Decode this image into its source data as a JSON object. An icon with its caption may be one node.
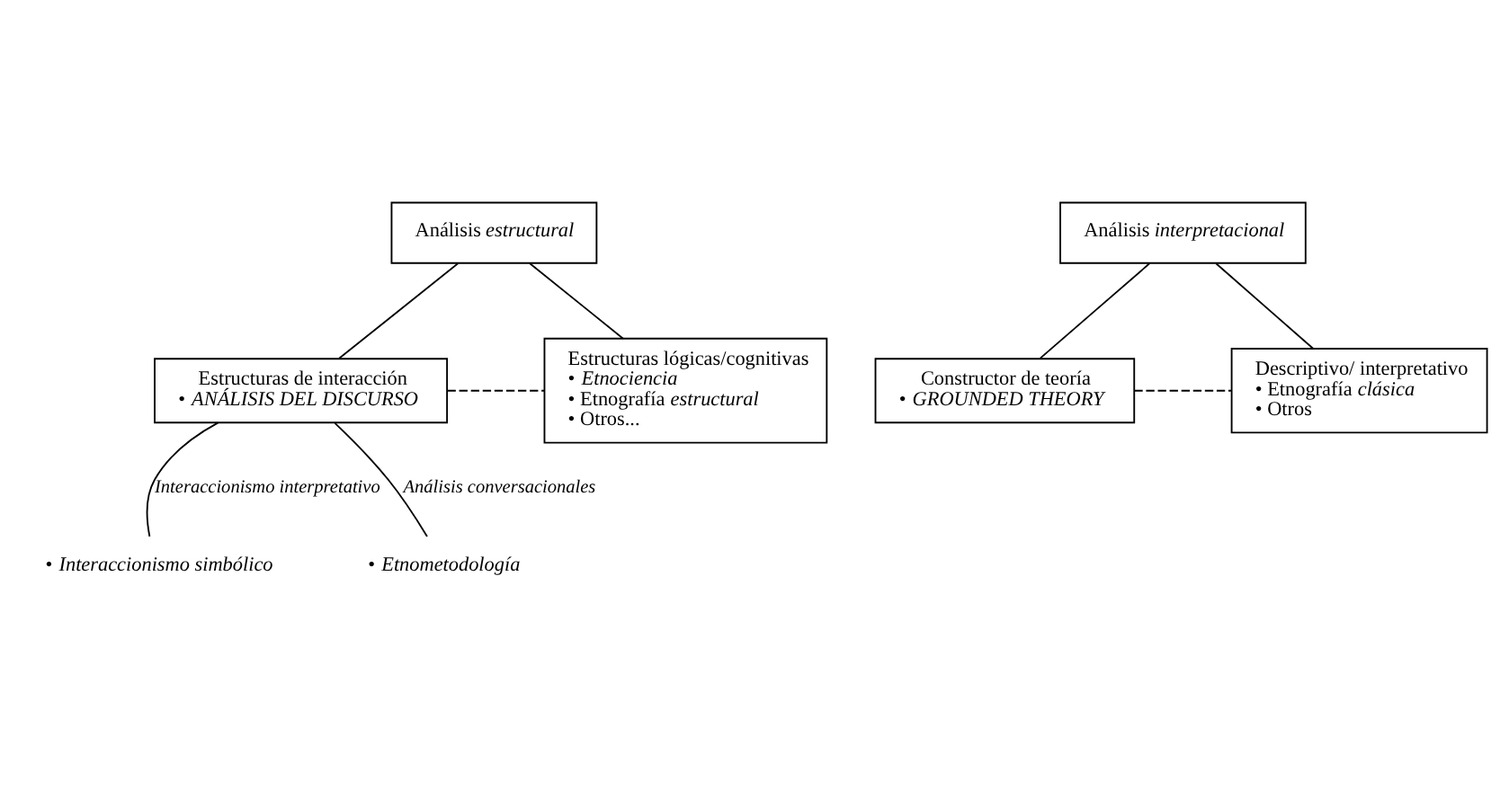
{
  "diagram": {
    "nodes": [
      {
        "text": [
          "Análisis *estructural*"
        ]
      },
      {
        "text": [
          "Análisis *interpretacional*"
        ]
      },
      {
        "text": [
          "Estructuras de interacción",
          "• *ANÁLISIS DEL DISCURSO*"
        ]
      },
      {
        "text": [
          "Estructuras lógicas/cognitivas",
          "• *Etnociencia*",
          "• Etnografía *estructural*",
          "• Otros..."
        ]
      },
      {
        "text": [
          "Constructor de teoría",
          "• *GROUNDED THEORY*"
        ]
      },
      {
        "text": [
          "Descriptivo/ interpretativo",
          "• Etnografía *clásica*",
          "• Otros"
        ]
      },
      {
        "text": [
          "• *Interaccionismo simbólico*"
        ]
      },
      {
        "text": [
          "• *Etnometodología*"
        ]
      }
    ],
    "edges": [
      {
        "from": 0,
        "to": 2,
        "arrow": "none"
      },
      {
        "from": 0,
        "to": 3,
        "arrow": "none"
      },
      {
        "from": 1,
        "to": 4,
        "arrow": "none"
      },
      {
        "from": 1,
        "to": 5,
        "arrow": "none"
      },
      {
        "from": 2,
        "to": 3,
        "arrow": "none",
        "style": "dashed"
      },
      {
        "from": 4,
        "to": 5,
        "arrow": "none",
        "style": "dashed"
      },
      {
        "from": 2,
        "to": 6,
        "arrow": "none",
        "label": "Interaccionismo interpretativo"
      },
      {
        "from": 2,
        "to": 7,
        "arrow": "none",
        "label": "Análisis conversacionales"
      }
    ]
  }
}
